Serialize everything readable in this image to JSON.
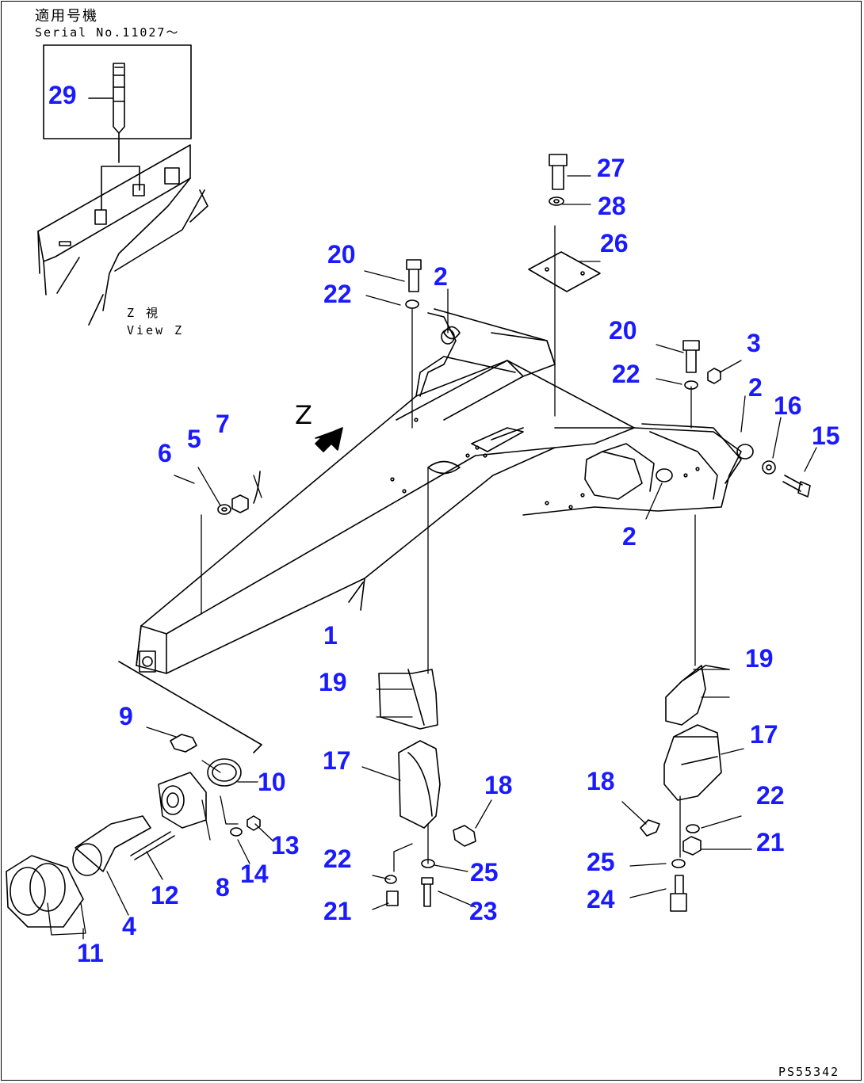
{
  "header": {
    "serial_label_jp": "適用号機",
    "serial_label_en": "Serial No.11027～"
  },
  "view": {
    "arrow_letter": "Z",
    "label_jp": "Z 視",
    "label_en": "View Z"
  },
  "drawing_code": "PS55342",
  "callouts": [
    "29",
    "27",
    "28",
    "26",
    "20",
    "22",
    "2",
    "20",
    "22",
    "3",
    "2",
    "16",
    "15",
    "7",
    "5",
    "6",
    "2",
    "1",
    "19",
    "19",
    "9",
    "10",
    "17",
    "18",
    "17",
    "18",
    "22",
    "13",
    "14",
    "8",
    "12",
    "4",
    "11",
    "22",
    "25",
    "21",
    "23",
    "25",
    "24",
    "22",
    "21"
  ]
}
